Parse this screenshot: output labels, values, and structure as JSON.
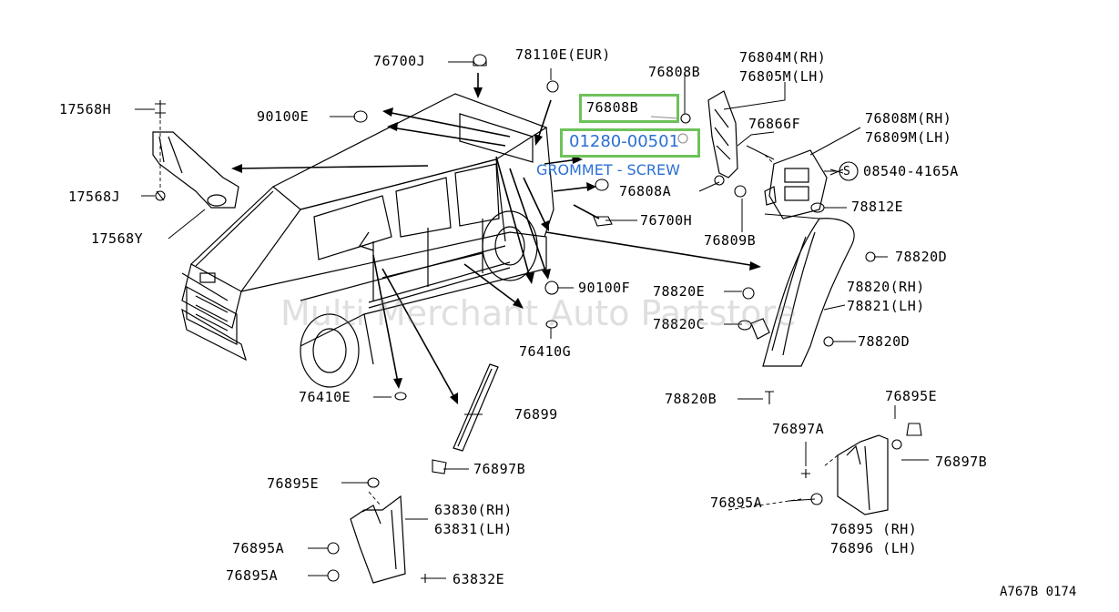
{
  "labels": {
    "l76700J": "76700J",
    "l78110E": "78110E(EUR)",
    "l76808B_top": "76808B",
    "l76804M": "76804M(RH)",
    "l76805M": "76805M(LH)",
    "l17568H": "17568H",
    "l90100E": "90100E",
    "l76808B_hl": "76808B",
    "l76866F": "76866F",
    "l76808M": "76808M(RH)",
    "l76809M": "76809M(LH)",
    "l08540": "08540-4165A",
    "l76808A": "76808A",
    "l17568J": "17568J",
    "l76700H": "76700H",
    "l78812E": "78812E",
    "l76809B": "76809B",
    "l17568Y": "17568Y",
    "l78820D_a": "78820D",
    "l90100F": "90100F",
    "l78820E": "78820E",
    "l78820RH": "78820(RH)",
    "l78821LH": "78821(LH)",
    "l78820C": "78820C",
    "l76410G": "76410G",
    "l78820D_b": "78820D",
    "l76410E": "76410E",
    "l78820B": "78820B",
    "l76895E_r": "76895E",
    "l76899": "76899",
    "l76897A": "76897A",
    "l76897B_r": "76897B",
    "l76895E_l": "76895E",
    "l76897B_l": "76897B",
    "l63830": "63830(RH)",
    "l63831": "63831(LH)",
    "l76895A_r": "76895A",
    "l76895RH": "76895 (RH)",
    "l76896LH": "76896 (LH)",
    "l76895A_l1": "76895A",
    "l76895A_l2": "76895A",
    "l63832E": "63832E",
    "circled_s": "S"
  },
  "highlight": {
    "code": "01280-00501",
    "description": "GROMMET - SCREW"
  },
  "watermark": "Multi Merchant Auto Partstore",
  "footer": "A767B 0174",
  "colors": {
    "highlight_border": "#6ec25a",
    "highlight_text": "#2a6fd6"
  }
}
